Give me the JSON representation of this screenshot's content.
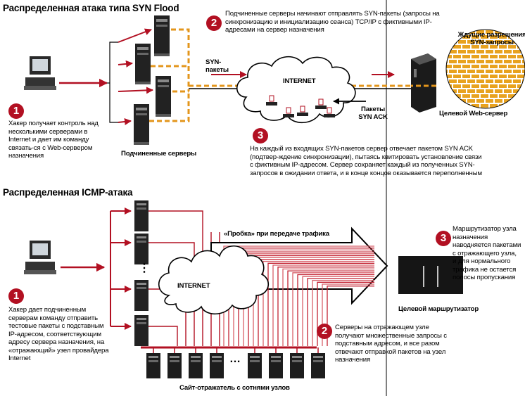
{
  "colors": {
    "accent_red": "#b21022",
    "signal_orange": "#e3961c",
    "link_line": "#7a7a7a",
    "brick": "#e8a21f"
  },
  "icons": [
    "computer-icon",
    "server-tower-icon",
    "cloud-icon",
    "firewall-brick-wall-icon",
    "router-icon"
  ],
  "syn": {
    "title": "Распределенная атака типа SYN Flood",
    "step1": {
      "number": "1",
      "text": "Хакер получает контроль над несколькими серверами в Internet и дает им команду связать-ся с Web-сервером назначения"
    },
    "step2": {
      "number": "2",
      "text": "Подчиненные серверы начинают отправлять SYN-пакеты (запросы на синхронизацию и инициализацию сеанса) TCP/IP с фиктивными IP-адресами на сервер назначения"
    },
    "step3": {
      "number": "3",
      "text": "На каждый из входящих SYN-пакетов сервер отвечает пакетом SYN ACK (подтвер-ждение синхронизации), пытаясь квитировать установление связи с фиктивным IP-адресом. Сервер сохраняет каждый из полученных SYN-запросов в ожидании ответа, и в конце концов оказывается переполненным"
    },
    "label_slaves": "Подчиненные серверы",
    "label_syn_packets": "SYN-пакеты",
    "label_internet": "INTERNET",
    "label_synack": "Пакеты SYN ACK",
    "label_waiting": "Ждущие разрешения SYN-запросы",
    "label_target": "Целевой Web-сервер"
  },
  "icmp": {
    "title": "Распределенная ICMP-атака",
    "step1": {
      "number": "1",
      "text": "Хакер дает подчиненным серверам команду отправить тестовые пакеты с подставным IP-адресом, соответствующим адресу сервера назначения, на «отражающий» узел провайдера Internet"
    },
    "step2": {
      "number": "2",
      "text": "Серверы на отражающем узле получают множественные запросы с подставным адресом, и все разом отвечают отправкой пакетов на узел назначения"
    },
    "step3": {
      "number": "3",
      "text": "Маршрутизатор узла назначения наводняется пакетами с отражающего узла, и для нормального трафика не остается полосы пропускания"
    },
    "label_jam": "«Пробка» при передаче трафика",
    "label_internet": "INTERNET",
    "label_router": "Целевой маршрутизатор",
    "label_reflector": "Сайт-отражатель с сотнями узлов",
    "ellipsis_vertical": "⋮",
    "ellipsis": "…"
  }
}
